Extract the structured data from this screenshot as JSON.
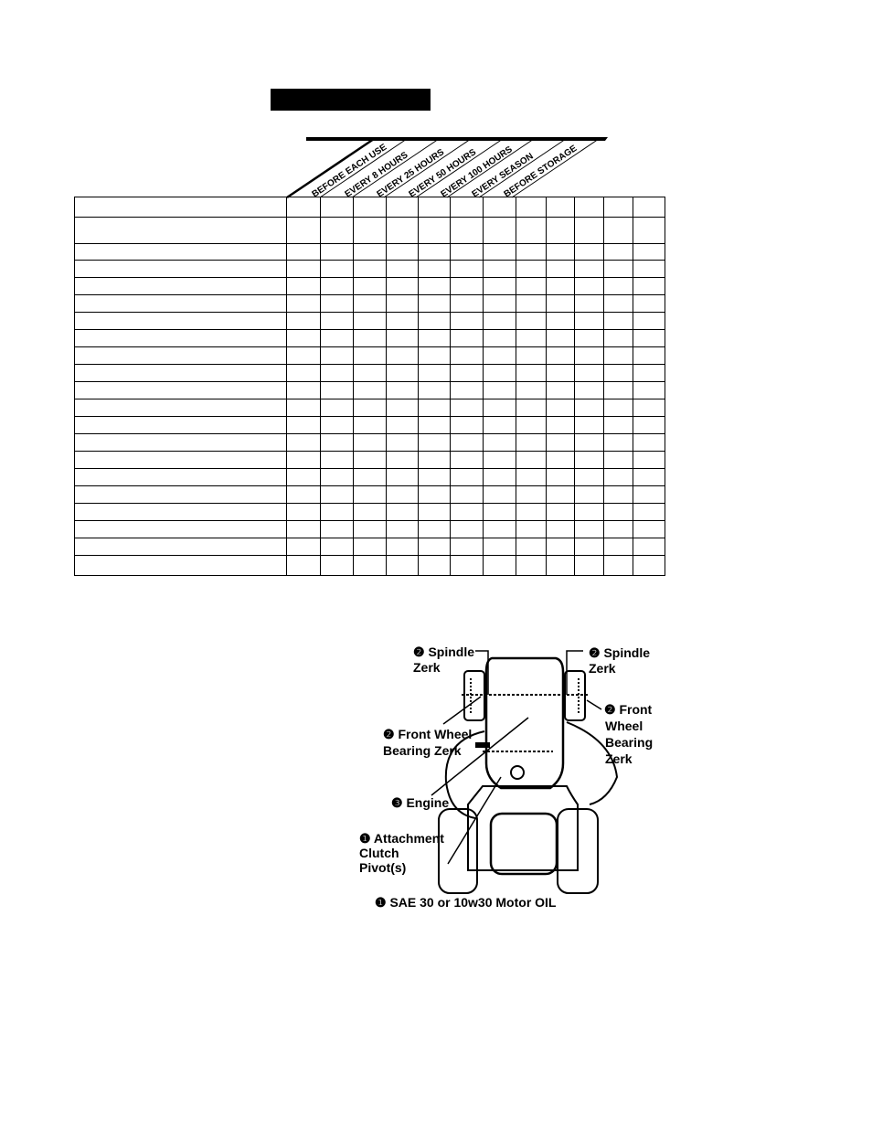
{
  "page": {
    "title_bar_text": ""
  },
  "schedule": {
    "column_headers": [
      "BEFORE EACH USE",
      "EVERY 8 HOURS",
      "EVERY 25 HOURS",
      "EVERY 50 HOURS",
      "EVERY 100 HOURS",
      "EVERY SEASON",
      "BEFORE STORAGE"
    ],
    "column_count": 12,
    "row_heights": [
      22,
      29,
      18,
      19,
      19,
      19,
      19,
      19,
      19,
      19,
      19,
      19,
      19,
      19,
      19,
      19,
      19,
      19,
      19,
      19,
      22
    ]
  },
  "diagram": {
    "labels": {
      "spindle_zerk_left_1": "❷ Spindle",
      "spindle_zerk_left_2": "Zerk",
      "spindle_zerk_right_1": "❷ Spindle",
      "spindle_zerk_right_2": "Zerk",
      "front_wheel_right_1": "❷ Front",
      "front_wheel_right_2": "Wheel",
      "front_wheel_right_3": "Bearing",
      "front_wheel_right_4": "Zerk",
      "front_wheel_left_1": "❷ Front Wheel",
      "front_wheel_left_2": "Bearing Zerk",
      "engine": "❸ Engine",
      "attachment_1": "❶  Attachment",
      "attachment_2": "Clutch",
      "attachment_3": "Pivot(s)",
      "oil": "❶ SAE 30 or 10w30 Motor OIL"
    }
  }
}
